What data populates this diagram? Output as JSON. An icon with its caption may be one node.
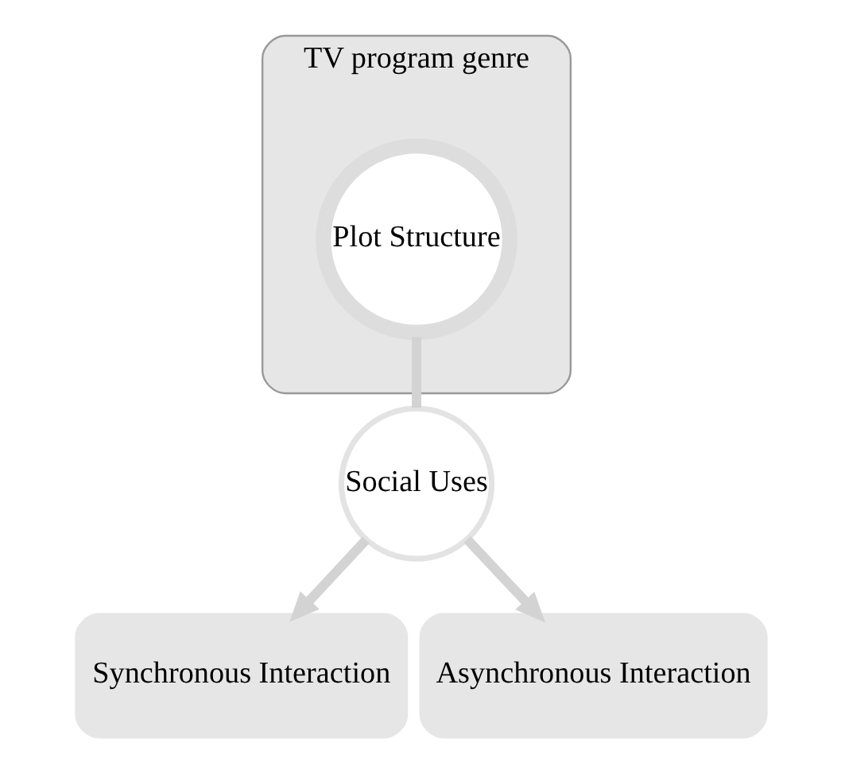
{
  "diagram": {
    "nodes": [
      {
        "text": [
          "TV program genre"
        ]
      },
      {
        "text": [
          "Plot Structure"
        ],
        "in": 0
      },
      {
        "text": [
          "Social Uses"
        ]
      },
      {
        "text": [
          "Synchronous Interaction"
        ]
      },
      {
        "text": [
          "Asynchronous Interaction"
        ]
      }
    ],
    "edges": [
      {
        "from": 1,
        "to": 2,
        "arrow": "none"
      },
      {
        "from": 2,
        "to": 3,
        "arrow": "to"
      },
      {
        "from": 2,
        "to": 4,
        "arrow": "to"
      }
    ]
  }
}
